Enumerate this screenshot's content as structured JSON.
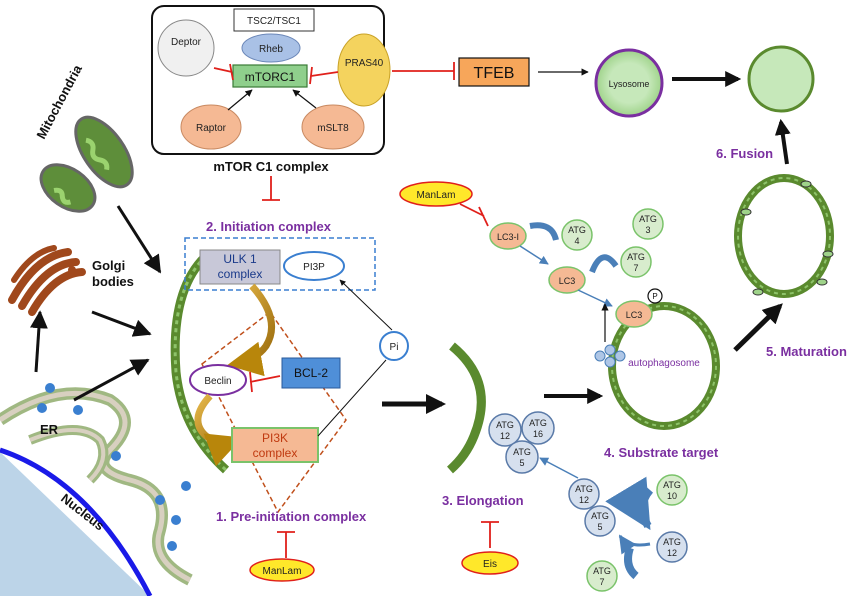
{
  "mtor": {
    "complex_label": "mTOR C1 complex",
    "tsc": "TSC2/TSC1",
    "rheb": "Rheb",
    "deptor": "Deptor",
    "mtorc1": "mTORC1",
    "pras40": "PRAS40",
    "raptor": "Raptor",
    "mslt8": "mSLT8"
  },
  "tfeb": "TFEB",
  "lysosome": "Lysosome",
  "stages": {
    "fusion": "6. Fusion",
    "initiation": "2. Initiation complex",
    "maturation": "5. Maturation",
    "substrate": "4. Substrate target",
    "elongation": "3. Elongation",
    "preinitiation": "1. Pre-initiation complex"
  },
  "organelles": {
    "mitochondria": "Mitochondria",
    "golgi_line1": "Golgi",
    "golgi_line2": "bodies",
    "er": "ER",
    "nucleus": "Nucleus"
  },
  "initiation": {
    "ulk_line1": "ULK 1",
    "ulk_line2": "complex",
    "pi3p": "PI3P",
    "beclin": "Beclin",
    "bcl2": "BCL-2",
    "pi3k_line1": "PI3K",
    "pi3k_line2": "complex",
    "pi": "Pi"
  },
  "inhibitors": {
    "manlam_top": "ManLam",
    "manlam_bottom": "ManLam",
    "eis": "Eis"
  },
  "lc3": {
    "lc3i": "LC3-I",
    "lc3_mid": "LC3",
    "lc3_membrane": "LC3",
    "p": "P",
    "autophagosome": "autophagosome"
  },
  "atg": {
    "atg": "ATG",
    "n4": "4",
    "n3": "3",
    "n7": "7",
    "n12": "12",
    "n16": "16",
    "n5": "5",
    "n10": "10"
  },
  "colors": {
    "green_membrane": "#5a8a2e",
    "inhibit_red": "#e0201b",
    "purple": "#7a2fa0",
    "mtorc1_green": "#8fcf8c",
    "tfeb_orange": "#f7a65a",
    "peach": "#f5b994",
    "yellow": "#ffe82a",
    "blue_arrow": "#4a7fb8"
  }
}
